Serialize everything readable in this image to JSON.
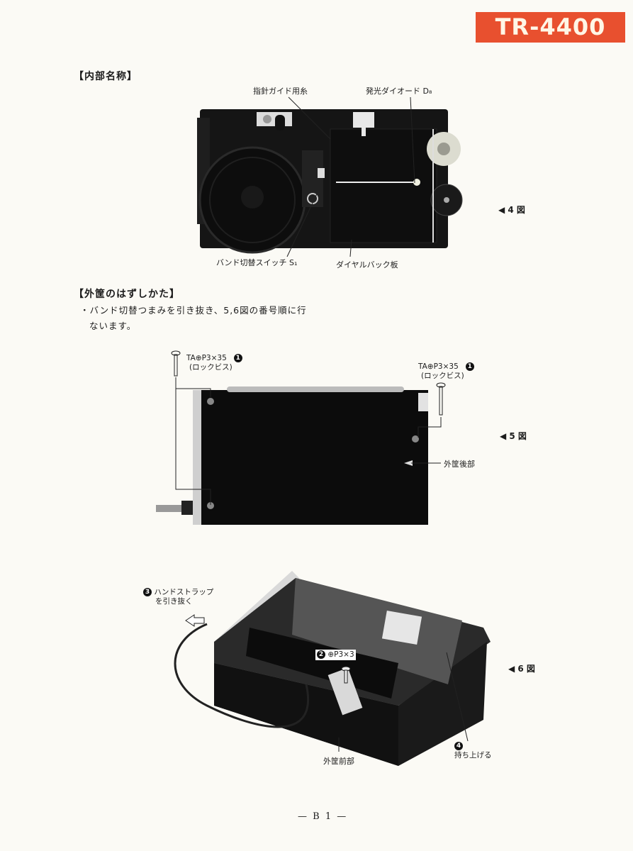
{
  "header": {
    "model_badge": "TR-4400",
    "badge_color": "#e8502f"
  },
  "section_internal": {
    "title": "【内部名称】",
    "figure_ref": "◀ 4 図",
    "labels": {
      "pointer_guide_string": "指針ガイド用糸",
      "led": "発光ダイオード D₈",
      "band_switch": "バンド切替スイッチ S₁",
      "dial_back_plate": "ダイヤルバック板"
    }
  },
  "section_case_removal": {
    "title": "【外筐のはずしかた】",
    "instruction_line1": "・バンド切替つまみを引き抜き、5,6図の番号順に行",
    "instruction_line2": "ないます。"
  },
  "figure5": {
    "figure_ref": "◀ 5 図",
    "screw_left": {
      "step": "1",
      "spec": "TA⊕P3×35",
      "note": "(ロックビス)"
    },
    "screw_right": {
      "step": "1",
      "spec": "TA⊕P3×35",
      "note": "(ロックビス)"
    },
    "rear_case_label": "外筐後部"
  },
  "figure6": {
    "figure_ref": "◀ 6 図",
    "step3": {
      "step": "3",
      "line1": "ハンドストラップ",
      "line2": "を引き抜く"
    },
    "step2": {
      "step": "2",
      "spec": "⊕P3×3"
    },
    "step4": {
      "step": "4",
      "label": "持ち上げる"
    },
    "front_case_label": "外筐前部"
  },
  "footer": {
    "page_number": "— B 1 —"
  }
}
